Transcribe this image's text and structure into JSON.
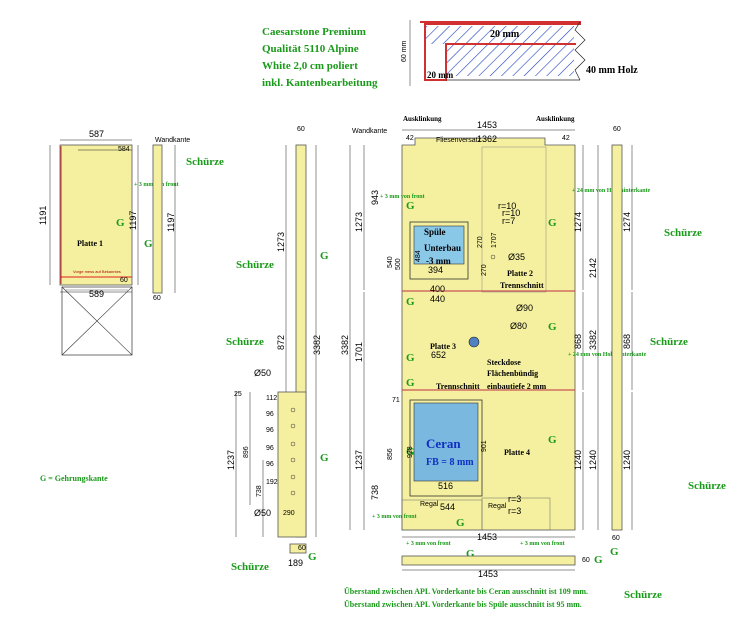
{
  "material": {
    "line1": "Caesarstone Premium",
    "line2": "Qualität 5110 Alpine",
    "line3": "White 2,0 cm poliert",
    "line4": "inkl. Kantenbearbeitung"
  },
  "profile": {
    "dim_60mm": "60 mm",
    "dim_20mm_top": "20 mm",
    "dim_20mm_bottom": "20 mm",
    "holz": "40 mm Holz"
  },
  "labels": {
    "schuerze": "Schürze",
    "g": "G",
    "g_legend": "G = Gehrungskante",
    "wandkante": "Wandkante",
    "ausklinkung": "Ausklinkung",
    "fliesenversatz": "Fliesenversatz",
    "trennschnitt": "Trennschnitt",
    "trennschnitt_long": "Trennschnitt",
    "plus3_front": "+ 3 mm\nvon front",
    "plus24_holz": "+ 24 mm\nvon Holz hinterkante",
    "regal": "Regal",
    "steckdose": "Steckdose",
    "flaechen": "Flächenbündig",
    "einbau": "einbautiefe 2 mm",
    "small_note": "Vorge mess auf Bekanntes"
  },
  "plates": {
    "p1": "Platte 1",
    "p2": "Platte 2",
    "p3": "Platte 3",
    "p4": "Platte 4"
  },
  "cutouts": {
    "spuele": "Spüle",
    "unterbau": "Unterbau",
    "minus3": "-3 mm",
    "ceran": "Ceran",
    "fb": "FB = 8 mm"
  },
  "radii": {
    "r10a": "r=10",
    "r10b": "r=10",
    "r7": "r=7",
    "r3a": "r=3",
    "r3b": "r=3",
    "d35": "Ø35",
    "d90": "Ø90",
    "d80": "Ø80",
    "d50a": "Ø50",
    "d50b": "Ø50"
  },
  "dims": {
    "d587": "587",
    "d584": "584",
    "d1191": "1191",
    "d1197": "1197",
    "d1197b": "1197",
    "d589": "589",
    "d60a": "60",
    "d60b": "60",
    "d1273": "1273",
    "d1273b": "1273",
    "d872": "872",
    "d3382": "3382",
    "d3382b": "3382",
    "d3382c": "3382",
    "d1237": "1237",
    "d1237b": "1237",
    "d896": "896",
    "d738": "738",
    "d738b": "738",
    "d290": "290",
    "d189": "189",
    "d60c": "60",
    "d60d": "60",
    "d1453": "1453",
    "d1362": "1362",
    "d42a": "42",
    "d42b": "42",
    "d943": "943",
    "d540": "540",
    "d500": "500",
    "d484": "484",
    "d394": "394",
    "d400": "400",
    "d440": "440",
    "d270a": "270",
    "d270b": "270",
    "d1707": "1707",
    "d1701": "1701",
    "d652": "652",
    "d71": "71",
    "d928": "928",
    "d856": "856",
    "d901": "901",
    "d516": "516",
    "d544": "544",
    "d1453b": "1453",
    "d1453c": "1453",
    "d1274": "1274",
    "d1274b": "1274",
    "d2142": "2142",
    "d868": "868",
    "d868b": "868",
    "d1240": "1240",
    "d1240b": "1240",
    "d1240c": "1240",
    "d60e": "60",
    "d60f": "60",
    "d60g": "60",
    "d25": "25",
    "d96a": "96",
    "d96b": "96",
    "d96c": "96",
    "d96d": "96",
    "d112": "112",
    "d192": "192"
  },
  "notes": {
    "n1": "Überstand zwischen APL Vorderkante bis Ceran ausschnitt ist 109 mm.",
    "n2": "Überstand zwischen APL Vorderkante bis Spüle ausschnitt ist 95 mm."
  }
}
